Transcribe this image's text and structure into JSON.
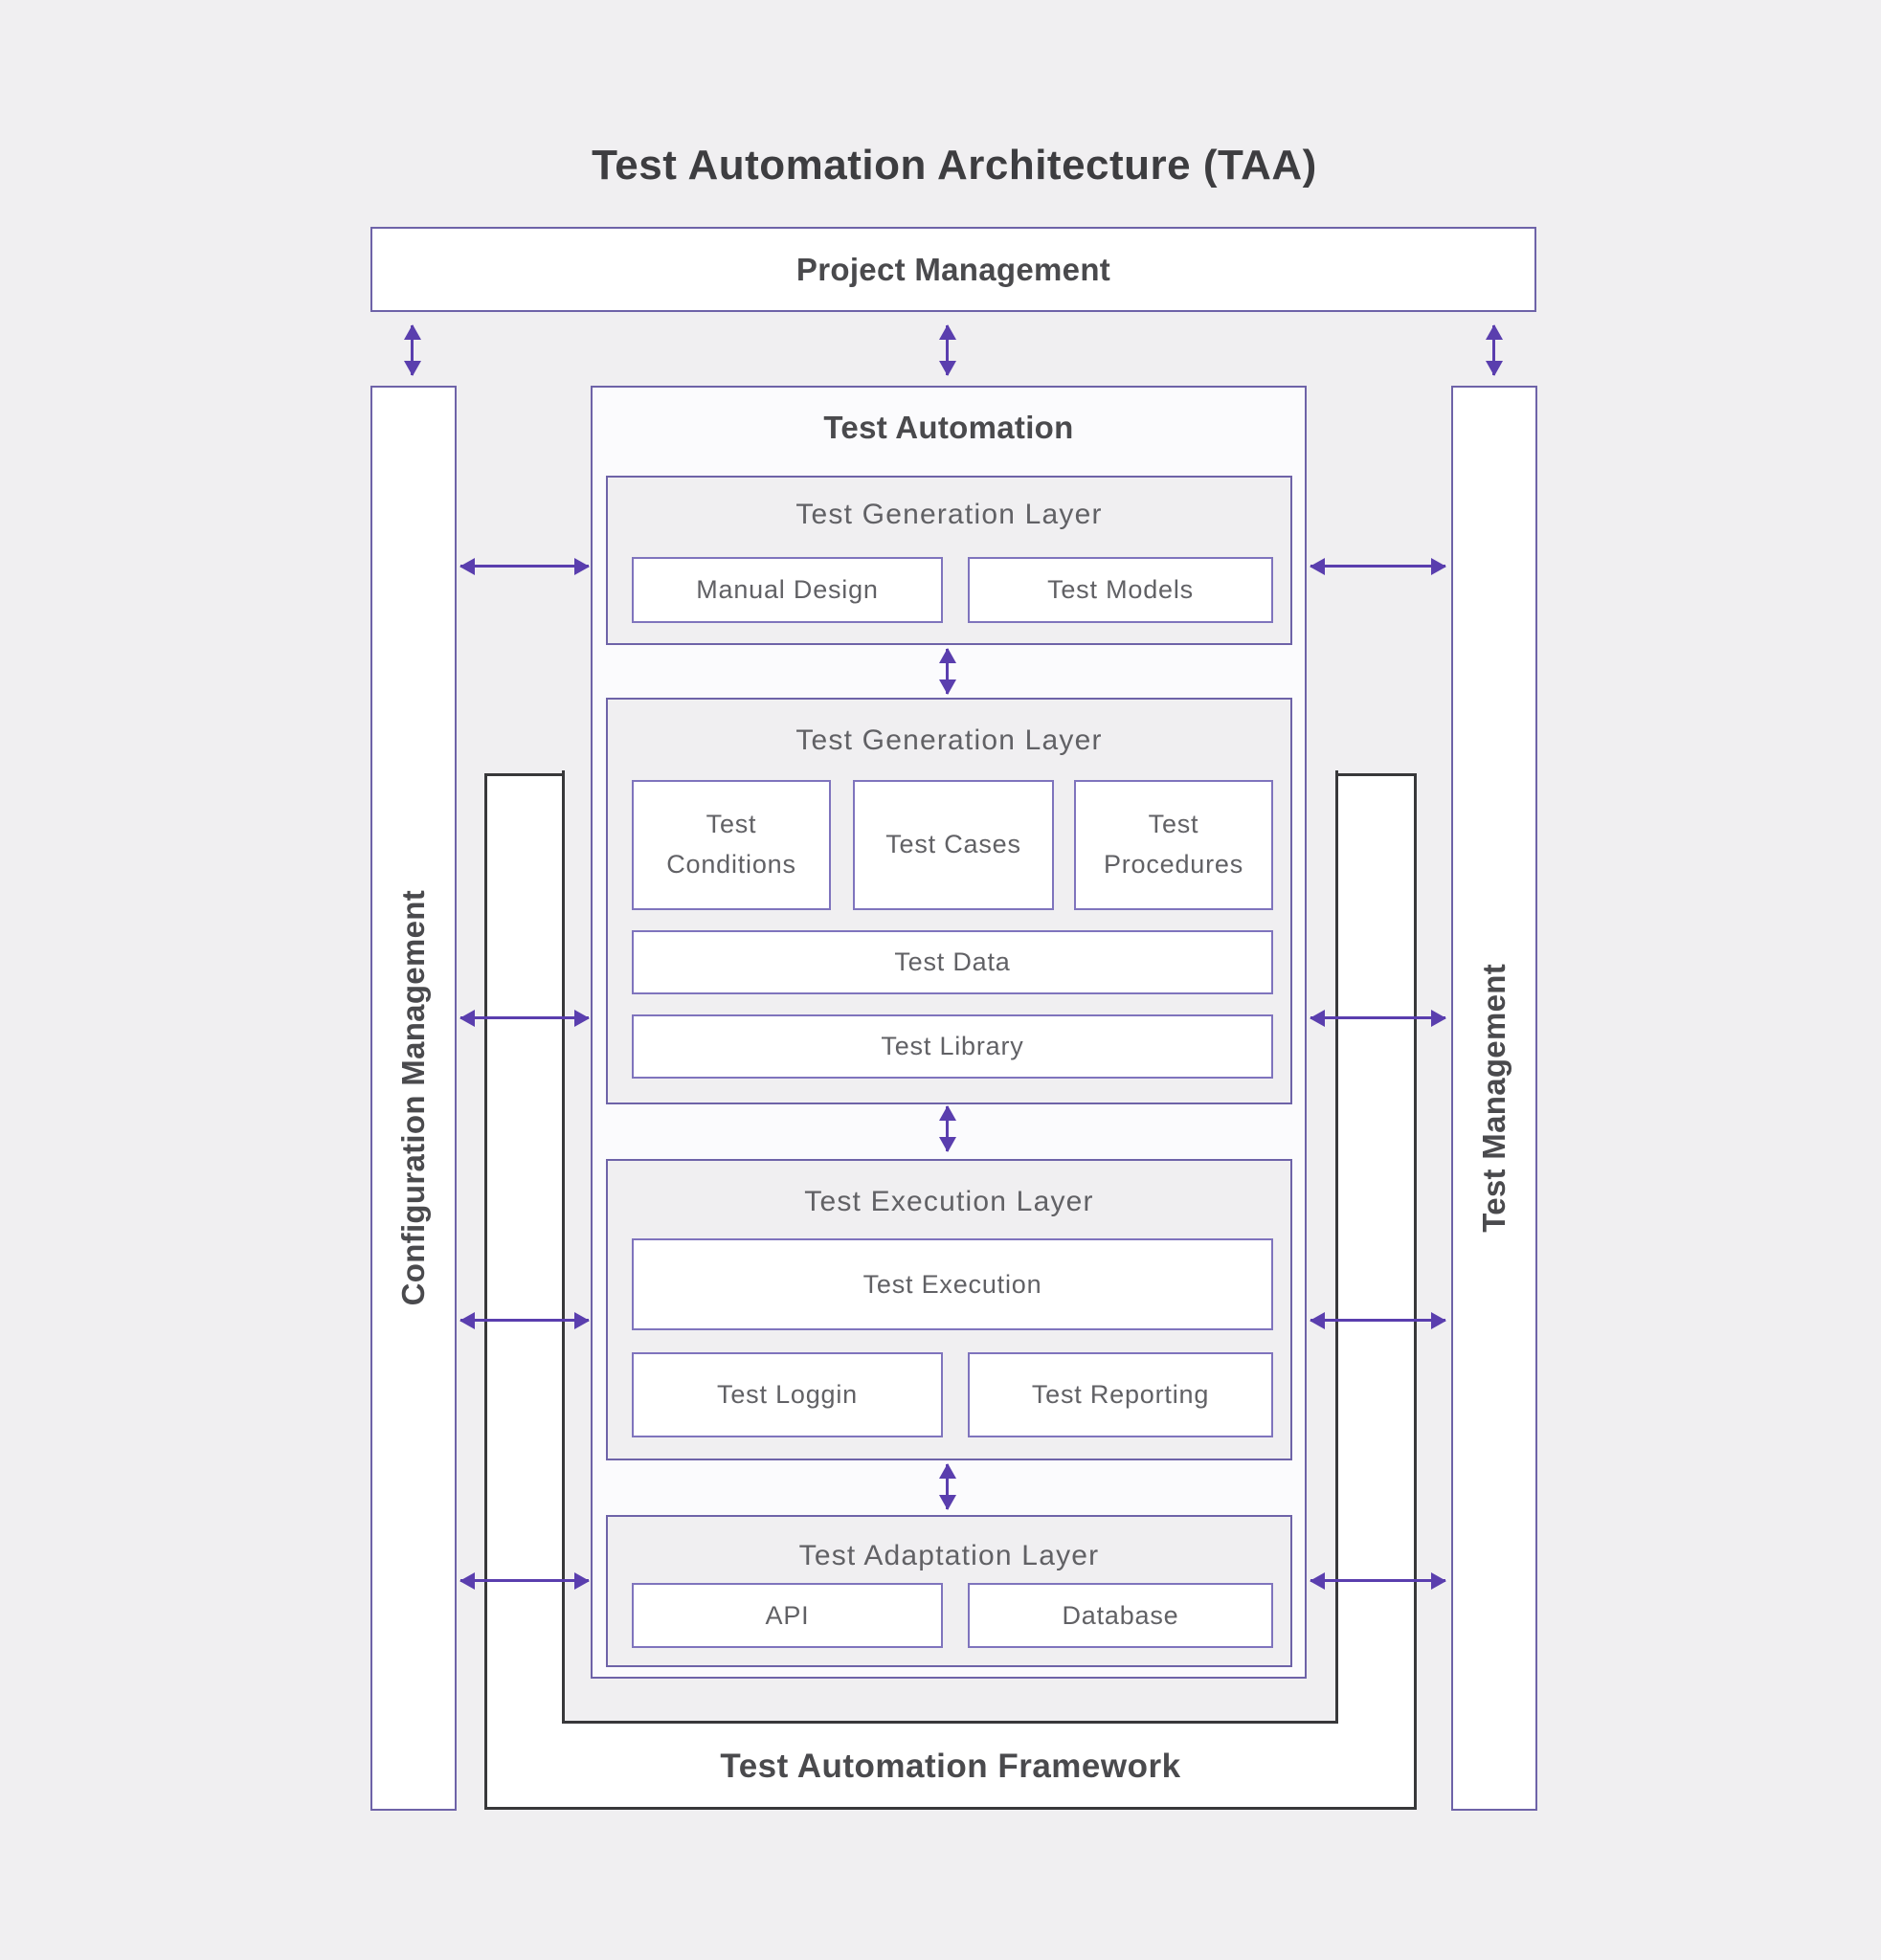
{
  "title": "Test Automation Architecture (TAA)",
  "project_management": {
    "label": "Project Management"
  },
  "bars": {
    "left": {
      "label": "Configuration Management"
    },
    "right": {
      "label": "Test Management"
    }
  },
  "test_automation": {
    "label": "Test Automation",
    "layers": [
      {
        "title": "Test Generation Layer",
        "rows": [
          [
            "Manual Design",
            "Test Models"
          ]
        ]
      },
      {
        "title": "Test Generation Layer",
        "rows": [
          [
            "Test Conditions",
            "Test Cases",
            "Test Procedures"
          ],
          [
            "Test Data"
          ],
          [
            "Test Library"
          ]
        ]
      },
      {
        "title": "Test Execution Layer",
        "rows": [
          [
            "Test Execution"
          ],
          [
            "Test Loggin",
            "Test Reporting"
          ]
        ]
      },
      {
        "title": "Test Adaptation Layer",
        "rows": [
          [
            "API",
            "Database"
          ]
        ]
      }
    ]
  },
  "framework": {
    "label": "Test Automation Framework"
  },
  "colors": {
    "background": "#f0eff1",
    "box_white": "#ffffff",
    "panel_tint": "#fbfbfd",
    "accent_border": "#6e63a8",
    "inner_border": "#7f74bd",
    "arrow": "#5a3eae",
    "dark_border": "#38383a",
    "heading_text": "#4a4a4d",
    "label_text": "#616165",
    "title_text": "#3d3d40"
  }
}
